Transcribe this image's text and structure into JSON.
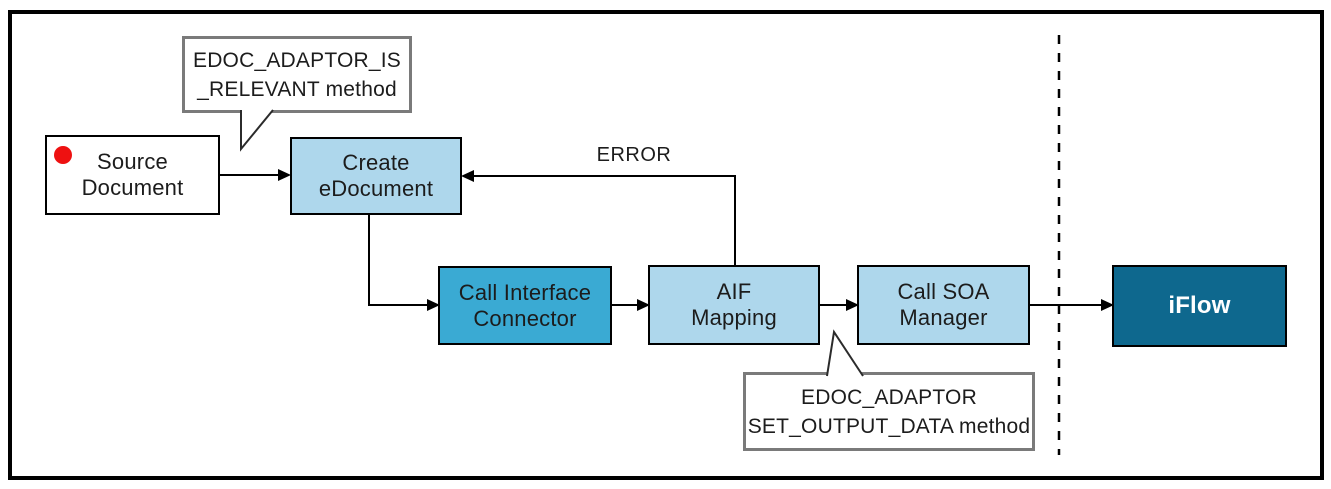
{
  "diagram": {
    "nodes": {
      "source_document": {
        "label": "Source\nDocument"
      },
      "create_edocument": {
        "label": "Create\neDocument"
      },
      "call_interface_connector": {
        "label": "Call Interface\nConnector"
      },
      "aif_mapping": {
        "label": "AIF\nMapping"
      },
      "call_soa_manager": {
        "label": "Call SOA\nManager"
      },
      "iflow": {
        "label": "iFlow"
      }
    },
    "callouts": {
      "is_relevant": {
        "text": "EDOC_ADAPTOR_IS\n_RELEVANT method",
        "attached_to": "create_edocument"
      },
      "set_output_data": {
        "text": "EDOC_ADAPTOR\nSET_OUTPUT_DATA method",
        "attached_to": "call_soa_manager"
      }
    },
    "edges": [
      {
        "from": "source_document",
        "to": "create_edocument",
        "label": ""
      },
      {
        "from": "create_edocument",
        "to": "call_interface_connector",
        "label": ""
      },
      {
        "from": "call_interface_connector",
        "to": "aif_mapping",
        "label": ""
      },
      {
        "from": "aif_mapping",
        "to": "call_soa_manager",
        "label": ""
      },
      {
        "from": "call_soa_manager",
        "to": "iflow",
        "label": ""
      },
      {
        "from": "aif_mapping",
        "to": "create_edocument",
        "label": "ERROR"
      }
    ],
    "boundary": {
      "style": "dashed-vertical-line"
    },
    "colors": {
      "node_light_blue": "#aed7ec",
      "node_medium_blue": "#3aaad3",
      "node_dark_blue": "#0e688e",
      "node_white": "#ffffff",
      "status_dot_red": "#ee1111",
      "line_black": "#000000",
      "callout_border_gray": "#7a7a7a"
    }
  }
}
